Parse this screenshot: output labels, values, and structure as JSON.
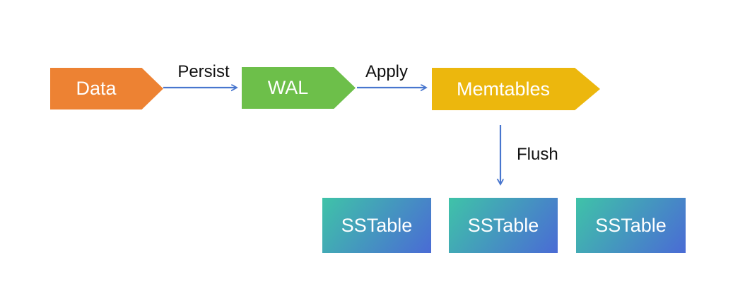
{
  "nodes": {
    "data": {
      "label": "Data",
      "color": "#ED8233"
    },
    "wal": {
      "label": "WAL",
      "color": "#6DBF4A"
    },
    "memtables": {
      "label": "Memtables",
      "color": "#ECB70D"
    }
  },
  "edges": {
    "persist": {
      "label": "Persist"
    },
    "apply": {
      "label": "Apply"
    },
    "flush": {
      "label": "Flush"
    }
  },
  "sstables": [
    {
      "label": "SSTable"
    },
    {
      "label": "SSTable"
    },
    {
      "label": "SSTable"
    }
  ],
  "colors": {
    "background": "#FFFFFF",
    "arrow": "#4876CE",
    "edge_label_text": "#111111",
    "node_text": "#FFFFFF",
    "node_data": "#ED8233",
    "node_wal": "#6DBF4A",
    "node_memtables": "#ECB70D",
    "sstable_gradient_start": "#3FC3A8",
    "sstable_gradient_end": "#4A6BD5"
  }
}
